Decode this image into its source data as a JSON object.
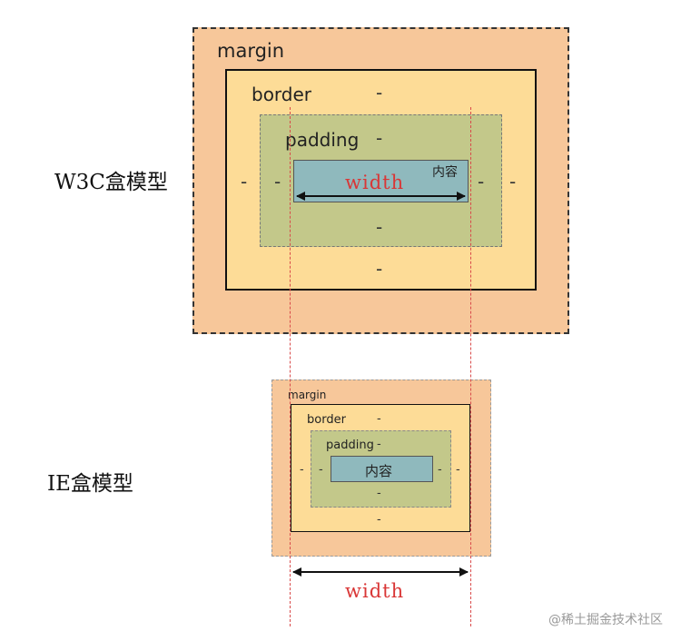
{
  "w3c": {
    "label": "W3C盒模型",
    "margin_label": "margin",
    "border_label": "border",
    "padding_label": "padding",
    "content_label": "内容",
    "width_label": "width",
    "dash": "-"
  },
  "ie": {
    "label": "IE盒模型",
    "margin_label": "margin",
    "border_label": "border",
    "padding_label": "padding",
    "content_label": "内容",
    "width_label": "width",
    "dash": "-"
  },
  "watermark": "@稀土掘金技术社区",
  "colors": {
    "margin": "#f7c79a",
    "border": "#fddc97",
    "padding": "#c3c88a",
    "content": "#8fb9bd",
    "width_text": "#d93636",
    "guide_line": "#d94a4a"
  }
}
